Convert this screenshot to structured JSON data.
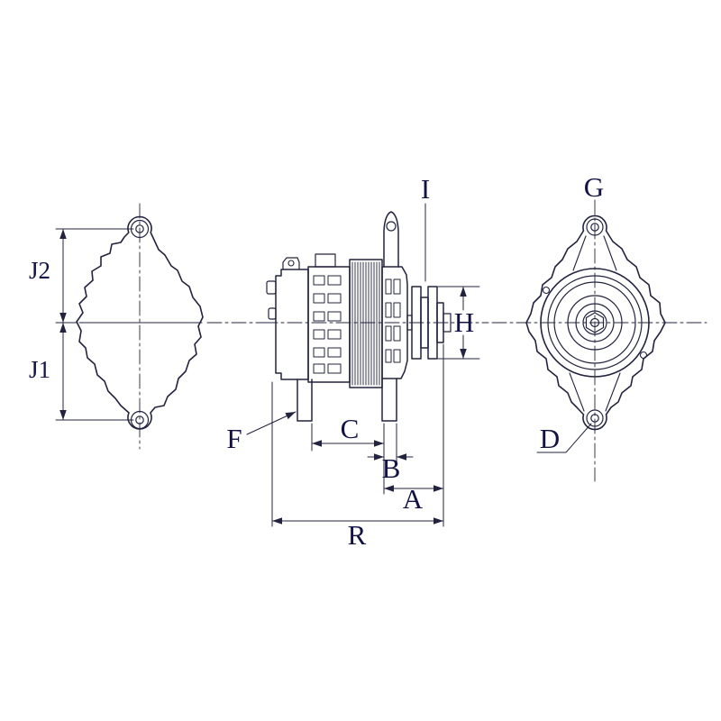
{
  "diagram": {
    "description": "alternator three-view dimensional line drawing",
    "labels": {
      "j2": "J2",
      "j1": "J1",
      "f": "F",
      "c": "C",
      "b": "B",
      "a": "A",
      "r": "R",
      "i": "I",
      "h": "H",
      "g": "G",
      "d": "D"
    },
    "colors": {
      "line": "#23233f",
      "text": "#121244",
      "background": "#ffffff"
    }
  }
}
